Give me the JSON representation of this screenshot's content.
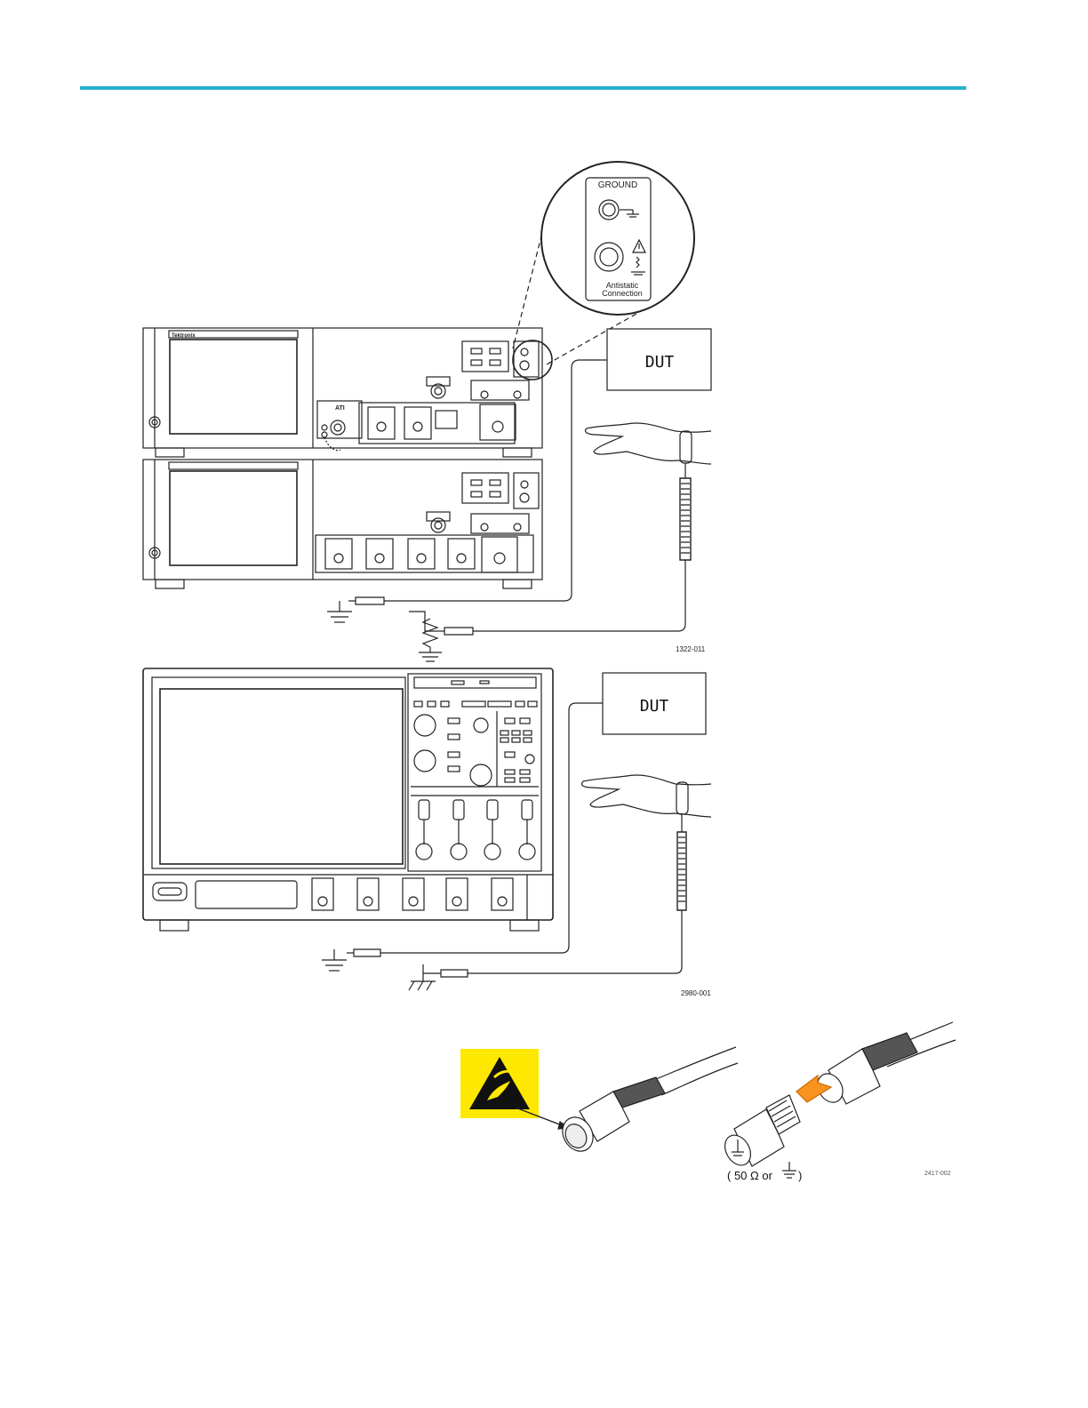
{
  "header": {
    "rule_color": "#27b0d0"
  },
  "figure1": {
    "inset_title": "GROUND",
    "inset_caption_line1": "Antistatic",
    "inset_caption_line2": "Connection",
    "brand_label": "Tektronix",
    "module_label": "ATI",
    "dut_label": "DUT",
    "figure_id": "1322-011"
  },
  "figure2": {
    "dut_label": "DUT",
    "figure_id": "2980-001"
  },
  "figure3": {
    "term_label_open": "( 50 Ω  or",
    "term_label_close": ")",
    "figure_id": "2417-002",
    "esd_color": "#ffe800",
    "arrow_color": "#f7931e"
  }
}
